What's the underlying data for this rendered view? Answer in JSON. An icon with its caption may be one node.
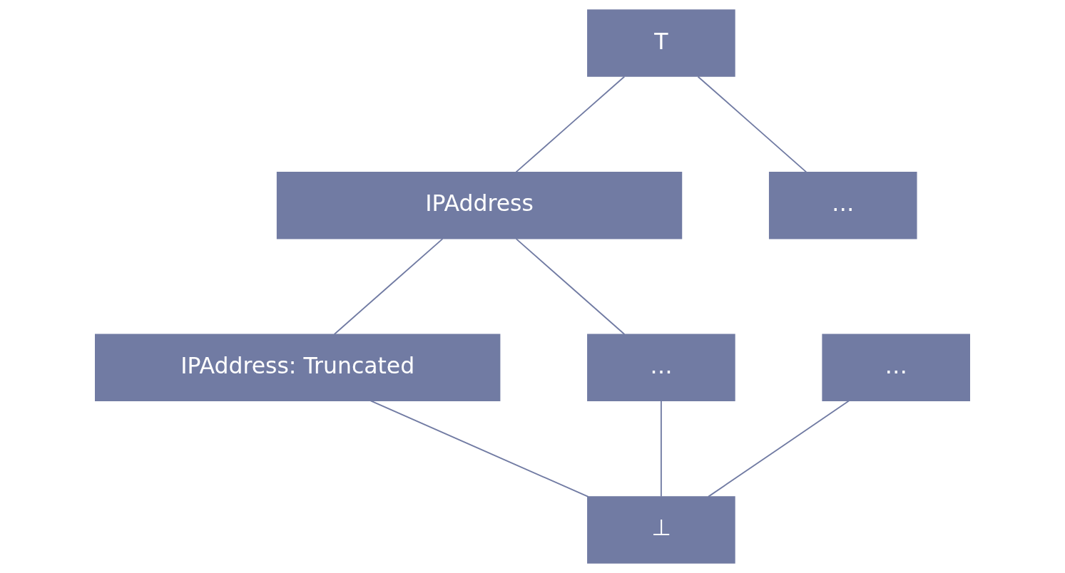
{
  "diagram": {
    "nodes": [
      {
        "text": [
          "T"
        ]
      },
      {
        "text": [
          "IPAddress"
        ]
      },
      {
        "text": [
          "…"
        ]
      },
      {
        "text": [
          "IPAddress: Truncated"
        ]
      },
      {
        "text": [
          "…"
        ]
      },
      {
        "text": [
          "…"
        ]
      },
      {
        "text": [
          "⊥"
        ]
      }
    ],
    "edges": [
      {
        "from": 0,
        "to": 1,
        "arrow": "none"
      },
      {
        "from": 0,
        "to": 2,
        "arrow": "none"
      },
      {
        "from": 1,
        "to": 3,
        "arrow": "none"
      },
      {
        "from": 1,
        "to": 4,
        "arrow": "none"
      },
      {
        "from": 3,
        "to": 6,
        "arrow": "none"
      },
      {
        "from": 4,
        "to": 6,
        "arrow": "none"
      },
      {
        "from": 5,
        "to": 6,
        "arrow": "none"
      }
    ]
  }
}
